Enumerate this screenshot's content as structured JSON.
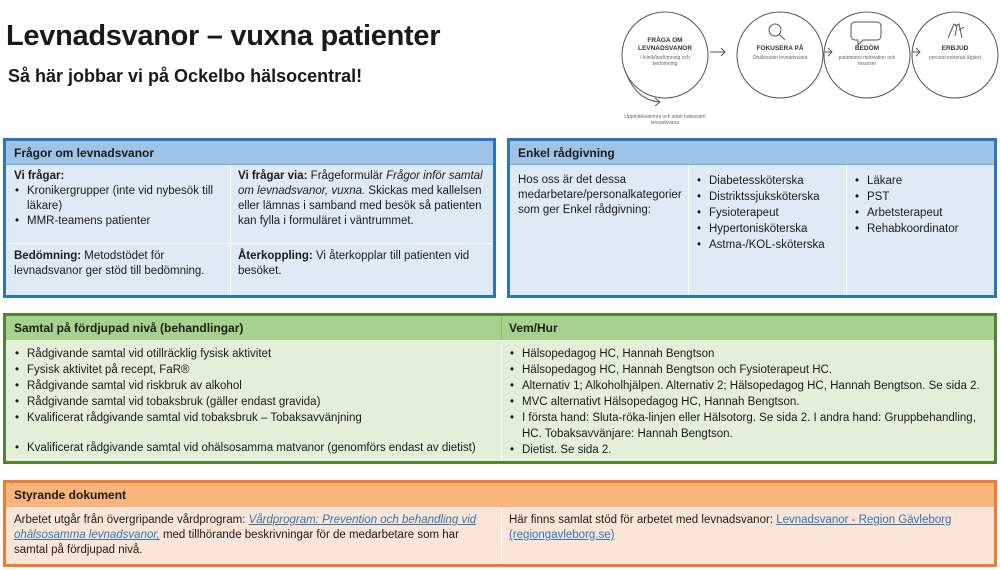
{
  "header": {
    "title": "Levnadsvanor – vuxna patienter",
    "subtitle": "Så här jobbar vi på Ockelbo hälsocentral!"
  },
  "flow": {
    "steps": [
      {
        "title": "FRÅGA OM LEVNADSVANOR",
        "sub": "I klinik/bedömning och bedömning",
        "icon": "question-circle-icon"
      },
      {
        "title": "FOKUSERA PÅ",
        "sub": "Ohälsosam levnadsvana",
        "icon": "magnifier-icon"
      },
      {
        "title": "BEDÖM",
        "sub": "patientens motivation och resurser",
        "icon": "speech-bubble-icon"
      },
      {
        "title": "ERBJUD",
        "sub": "personcentrerad åtgärd",
        "icon": "hand-heart-icon"
      }
    ],
    "loop_note": "Uppmärksamma och stärk hälsosam levnadsvana"
  },
  "fragor": {
    "heading": "Frågor om levnadsvanor",
    "vi_fragar_heading": "Vi frågar:",
    "vi_fragar_items": [
      "Kronikergrupper (inte vid nybesök till läkare)",
      "MMR-teamens patienter"
    ],
    "via_heading": "Vi frågar via:",
    "via_text_1": "Frågeformulär",
    "via_text_italic": "Frågor inför samtal om levnadsvanor, vuxna.",
    "via_text_2": "Skickas med kallelsen eller lämnas i samband med besök så patienten kan fylla i formuläret i väntrummet.",
    "bedomning_heading": "Bedömning:",
    "bedomning_text": "Metodstödet för levnadsvanor ger stöd till bedömning.",
    "aterkoppling_heading": "Återkoppling:",
    "aterkoppling_text": "Vi återkopplar till patienten vid besöket."
  },
  "enkel": {
    "heading": "Enkel rådgivning",
    "intro": "Hos oss är det dessa medarbetare/personalkategorier som ger Enkel rådgivning:",
    "col1": [
      "Diabetessköterska",
      "Distriktssjuksköterska",
      "Fysioterapeut",
      "Hypertonisköterska",
      "Astma-/KOL-sköterska"
    ],
    "col2": [
      "Läkare",
      "PST",
      "Arbetsterapeut",
      "Rehabkoordinator"
    ]
  },
  "samtal": {
    "heading": "Samtal på fördjupad nivå (behandlingar)",
    "heading_right": "Vem/Hur",
    "items": [
      "Rådgivande samtal vid otillräcklig fysisk aktivitet",
      "Fysisk aktivitet på recept, FaR®",
      "Rådgivande samtal vid riskbruk av alkohol",
      "Rådgivande samtal vid tobaksbruk (gäller endast gravida)",
      "Kvalificerat rådgivande samtal vid tobaksbruk – Tobaksavvänjning",
      "Kvalificerat rådgivande samtal vid ohälsosamma matvanor (genomförs endast av dietist)"
    ],
    "who": [
      "Hälsopedagog HC, Hannah Bengtson",
      "Hälsopedagog HC, Hannah Bengtson och Fysioterapeut HC.",
      "Alternativ 1; Alkoholhjälpen. Alternativ 2; Hälsopedagog HC, Hannah Bengtson. Se sida 2.",
      "MVC alternativt Hälsopedagog HC, Hannah Bengtson.",
      "I första hand: Sluta-röka-linjen eller Hälsotorg. Se sida 2. I andra hand: Gruppbehandling, HC. Tobaksavvänjare: Hannah Bengtson.",
      "Dietist. Se sida 2."
    ]
  },
  "styrande": {
    "heading": "Styrande dokument",
    "left_text_1": "Arbetet utgår från övergripande vårdprogram:",
    "left_link": "Vårdprogram: Prevention och behandling vid ohälsosamma levnadsvanor,",
    "left_text_2": "med tillhörande beskrivningar för de medarbetare som har samtal på fördjupad nivå.",
    "right_text": "Här finns samlat stöd för arbetet med levnadsvanor:",
    "right_link": "Levnadsvanor - Region Gävleborg (regiongavleborg.se)"
  },
  "colors": {
    "blue_border": "#2e75b6",
    "green_border": "#548235",
    "orange_border": "#ed7d31"
  }
}
